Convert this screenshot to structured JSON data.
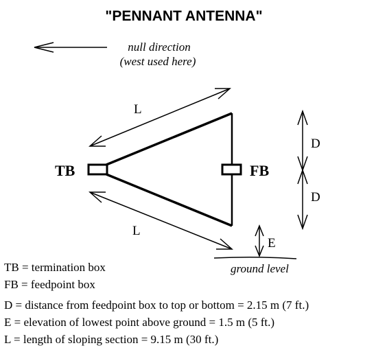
{
  "title": "\"PENNANT ANTENNA\"",
  "null_direction": {
    "line1": "null direction",
    "line2": "(west used here)"
  },
  "labels": {
    "tb": "TB",
    "fb": "FB",
    "l_top": "L",
    "l_bottom": "L",
    "d_top": "D",
    "d_bottom": "D",
    "e": "E",
    "ground": "ground level"
  },
  "legend": [
    "TB = termination box",
    "FB = feedpoint box",
    "D = distance from feedpoint box to top or bottom = 2.15 m (7 ft.)",
    "E = elevation of lowest point above ground  = 1.5 m (5 ft.)",
    "L = length of sloping section = 9.15 m (30 ft.)"
  ],
  "colors": {
    "ink": "#000000",
    "background": "#ffffff"
  }
}
